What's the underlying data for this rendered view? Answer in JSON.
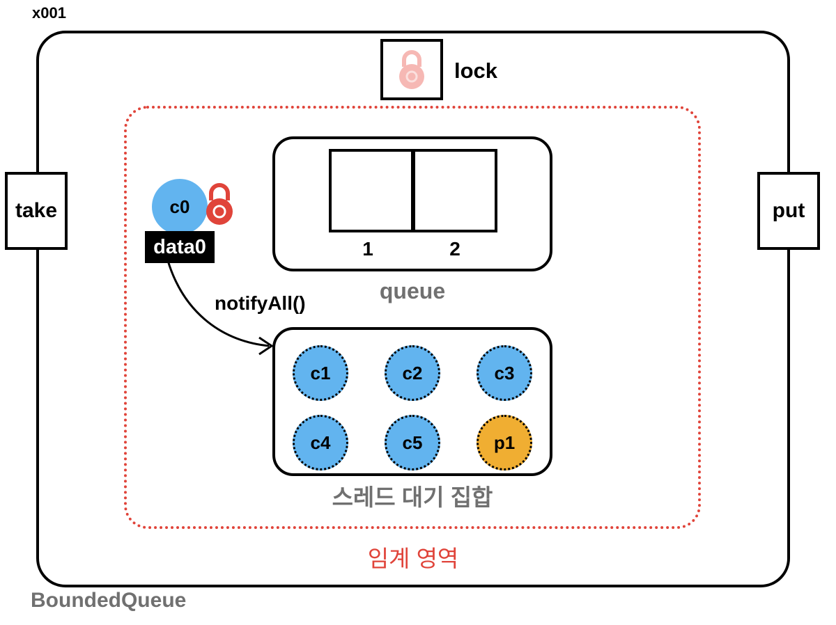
{
  "instance_id": "x001",
  "class_name": "BoundedQueue",
  "lock": {
    "label": "lock",
    "icon": "padlock-icon",
    "color": "#f6b8b4"
  },
  "methods": {
    "take": "take",
    "put": "put"
  },
  "critical_section": {
    "label": "임계 영역",
    "color": "#e0443a"
  },
  "queue": {
    "label": "queue",
    "slots": [
      "1",
      "2"
    ]
  },
  "running_thread": {
    "name": "c0",
    "data": "data0",
    "holds_lock_icon": "padlock-icon",
    "lock_color": "#e0443a"
  },
  "call": {
    "label": "notifyAll()"
  },
  "wait_set": {
    "label": "스레드 대기 집합",
    "threads": [
      {
        "name": "c1",
        "kind": "consumer"
      },
      {
        "name": "c2",
        "kind": "consumer"
      },
      {
        "name": "c3",
        "kind": "consumer"
      },
      {
        "name": "c4",
        "kind": "consumer"
      },
      {
        "name": "c5",
        "kind": "consumer"
      },
      {
        "name": "p1",
        "kind": "producer"
      }
    ]
  },
  "colors": {
    "consumer": "#62b4ef",
    "producer": "#f0ae32",
    "label_gray": "#707070"
  }
}
